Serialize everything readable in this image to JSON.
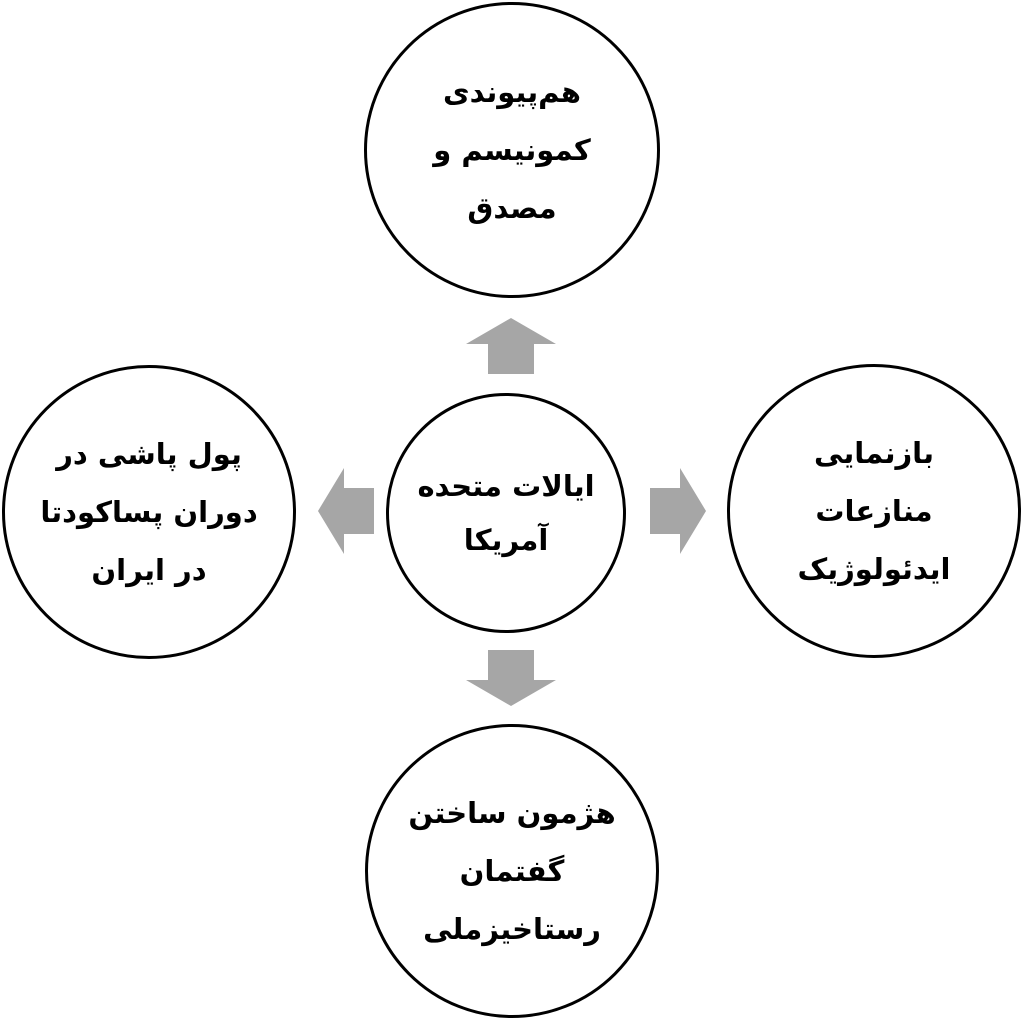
{
  "diagram": {
    "center": {
      "lines": [
        "ایالات متحده",
        "آمریکا"
      ]
    },
    "top": {
      "lines": [
        "هم‌پیوندی",
        "کمونیسم و",
        "مصدق"
      ]
    },
    "right": {
      "lines": [
        "بازنمایی",
        "منازعات",
        "ایدئولوژیک"
      ]
    },
    "bottom": {
      "lines": [
        "هژمون ساختن",
        "گفتمان",
        "رستاخیزملی"
      ]
    },
    "left": {
      "lines": [
        "پول پاشی در",
        "دوران پساکودتا",
        "در ایران"
      ]
    },
    "colors": {
      "circle_border": "#000000",
      "circle_fill": "#ffffff",
      "arrow_fill": "#a6a6a6",
      "text": "#000000"
    }
  }
}
